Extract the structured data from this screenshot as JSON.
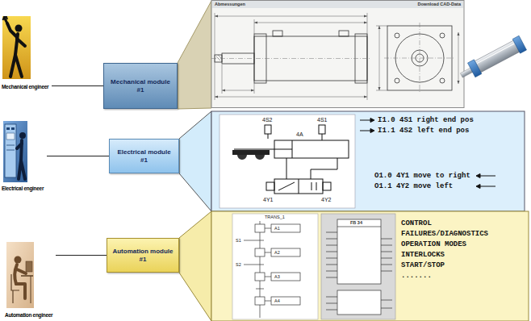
{
  "diagram": {
    "nodes": [
      {
        "text": [
          "Mechanical engineer"
        ]
      },
      {
        "text": [
          "Mechanical module",
          "#1"
        ]
      },
      {
        "text": [
          "Electrical engineer"
        ]
      },
      {
        "text": [
          "Electrical module",
          "#1"
        ]
      },
      {
        "text": [
          "Automation engineer"
        ]
      },
      {
        "text": [
          "Automation module",
          "#1"
        ]
      }
    ],
    "edges": [
      {
        "from": 0,
        "to": 1,
        "arrow": "none"
      },
      {
        "from": 2,
        "to": 3,
        "arrow": "none"
      },
      {
        "from": 4,
        "to": 5,
        "arrow": "none"
      }
    ],
    "labels": [
      "Abmessungen",
      "Download CAD-Data",
      "4S2",
      "4S1",
      "4A",
      "4Y1",
      "4Y2",
      "I1.0 4S1 right end pos",
      "I1.1 4S2 left end pos",
      "O1.0 4Y1 move to right",
      "O1.1 4Y2 move left",
      "TRANS_1",
      "S1",
      "S2",
      "A1",
      "A2",
      "A3",
      "A4",
      "FB 34",
      "CONTROL",
      "FAILURES/DIAGNOSTICS",
      "OPERATION MODES",
      "INTERLOCKS",
      "START/STOP",
      "......."
    ]
  }
}
